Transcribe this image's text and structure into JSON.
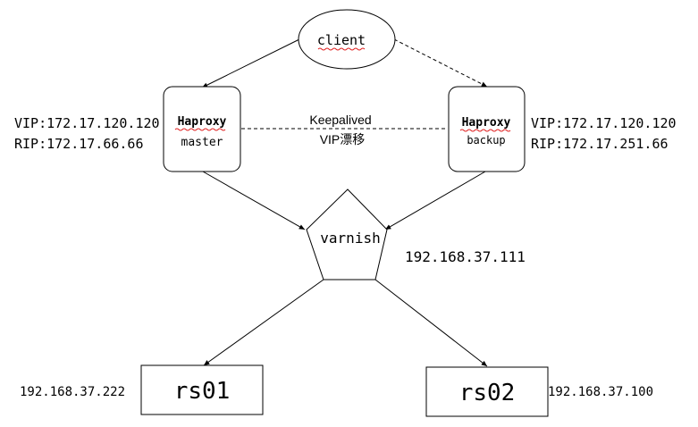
{
  "nodes": {
    "client": "client",
    "haproxy_master": {
      "line1": "Haproxy",
      "line2": "master"
    },
    "haproxy_backup": {
      "line1": "Haproxy",
      "line2": "backup"
    },
    "varnish": "varnish",
    "rs01": "rs01",
    "rs02": "rs02"
  },
  "labels": {
    "master_vip": "VIP:172.17.120.120",
    "master_rip": "RIP:172.17.66.66",
    "backup_vip": "VIP:172.17.120.120",
    "backup_rip": "RIP:172.17.251.66",
    "keepalived_line1": "Keepalived",
    "keepalived_line2": "VIP漂移",
    "varnish_ip": "192.168.37.111",
    "rs01_ip": "192.168.37.222",
    "rs02_ip": "192.168.37.100"
  },
  "colors": {
    "stroke": "#000000",
    "background": "#ffffff",
    "spellcheck_underline": "#e02020"
  }
}
